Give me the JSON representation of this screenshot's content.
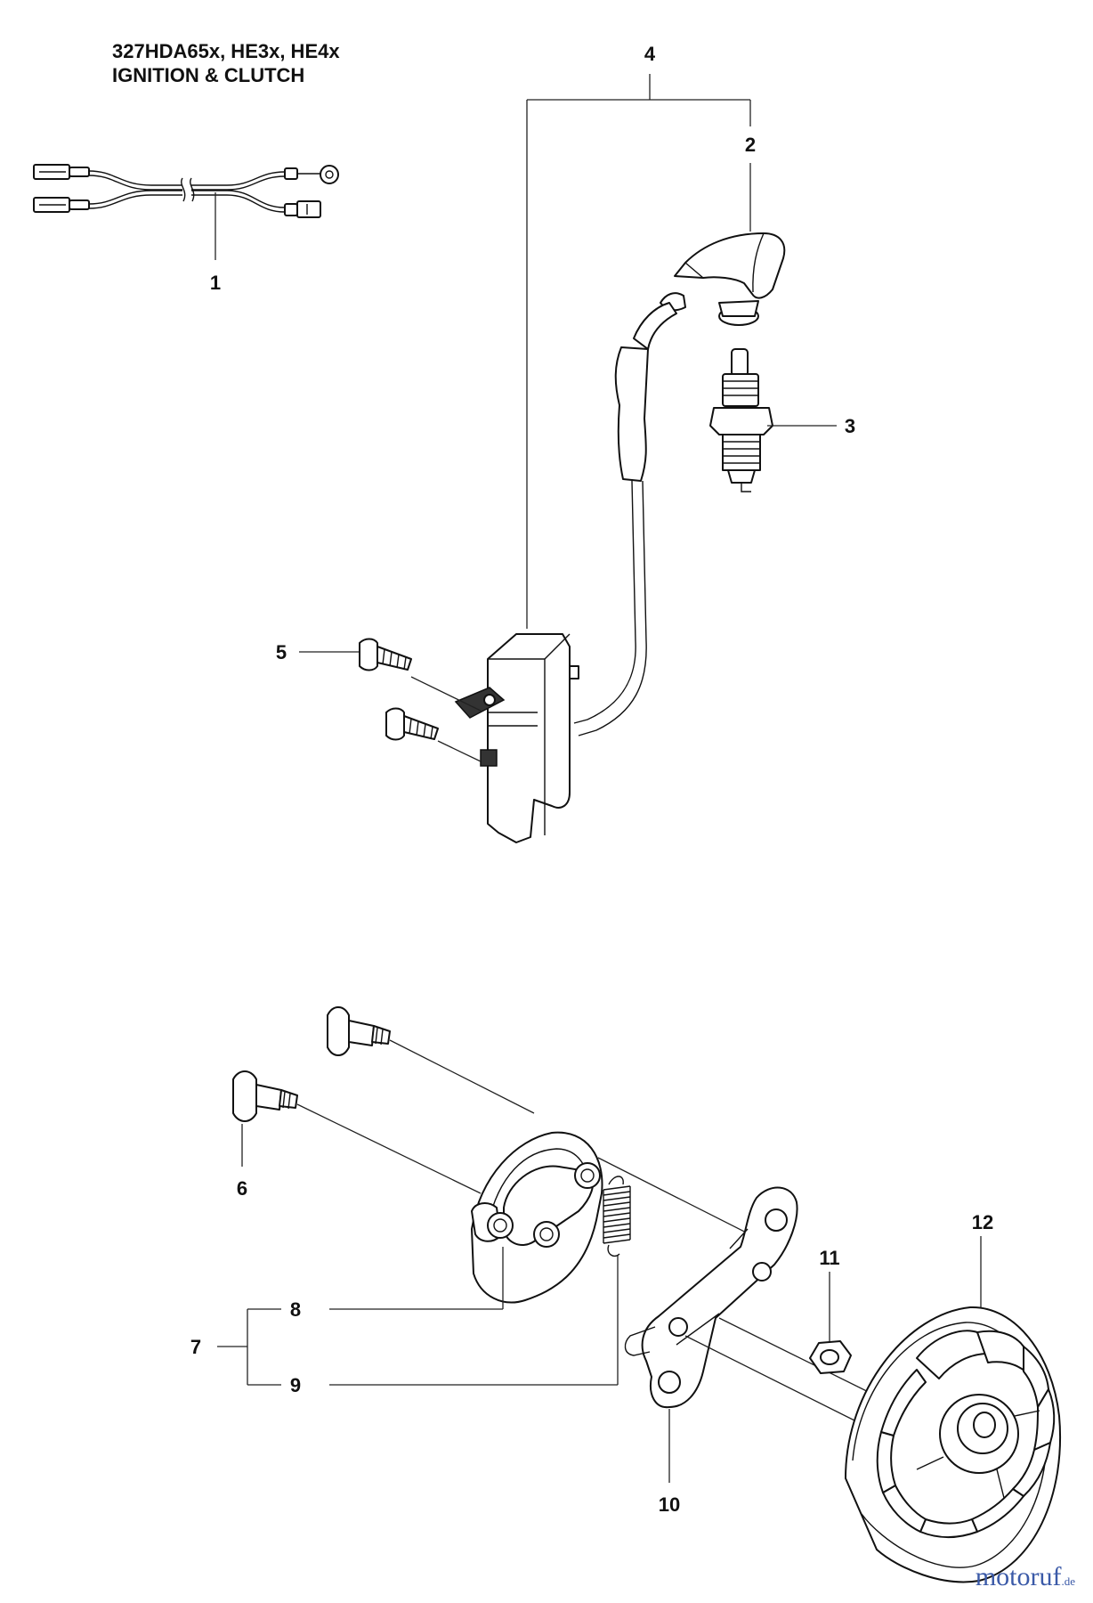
{
  "header": {
    "model_line": "327HDA65x, HE3x, HE4x",
    "section_line": "IGNITION & CLUTCH"
  },
  "callouts": [
    "1",
    "2",
    "3",
    "4",
    "5",
    "6",
    "7",
    "8",
    "9",
    "10",
    "11",
    "12"
  ],
  "watermark": {
    "brand": "motoruf",
    "tld": ".de"
  }
}
